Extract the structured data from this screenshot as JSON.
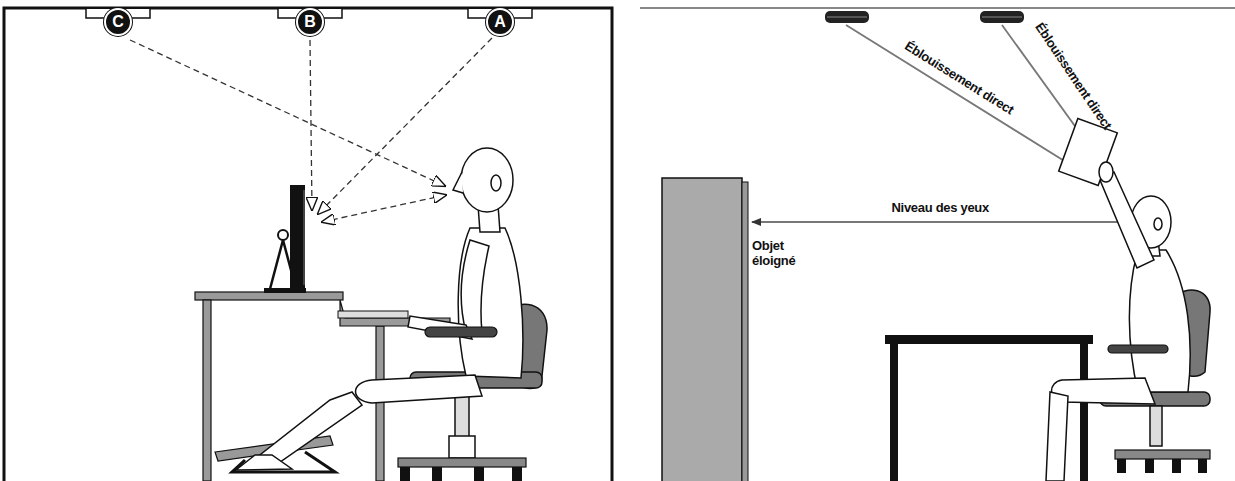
{
  "diagram": {
    "nodes": [
      {
        "text": [
          "C"
        ]
      },
      {
        "text": [
          "B"
        ]
      },
      {
        "text": [
          "A"
        ]
      }
    ],
    "labels": [
      "Éblouissement direct",
      "Éblouissement direct",
      "Niveau des yeux",
      "Objet éloigné"
    ]
  }
}
